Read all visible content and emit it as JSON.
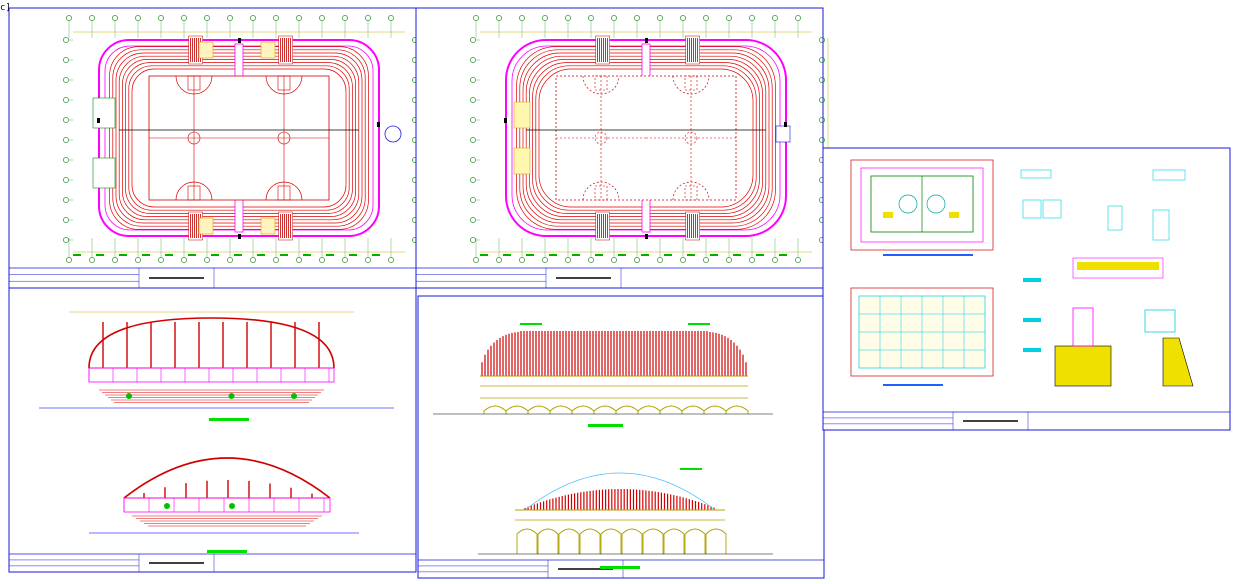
{
  "app": {
    "corner_mark": "c]"
  },
  "sheets": [
    {
      "id": "planta-superior",
      "content": "plan",
      "variant": "bowl"
    },
    {
      "id": "planta-inferior",
      "content": "plan",
      "variant": "curved"
    },
    {
      "id": "cortes-transversales",
      "content": "sections"
    },
    {
      "id": "elevaciones",
      "content": "elevations"
    },
    {
      "id": "detalles",
      "content": "details"
    }
  ],
  "colors": {
    "sheet_border": "#1a1ad8",
    "frame": "#ff00ff",
    "seating": "#e00000",
    "court": "#d40000",
    "dim": "#00b000",
    "axis": "#008000",
    "section_structure": "#d00000",
    "elevation_wall": "#b0a000",
    "detail_cyan": "#00d0e0",
    "detail_yellow": "#f0e000",
    "label_green": "#00e000"
  }
}
